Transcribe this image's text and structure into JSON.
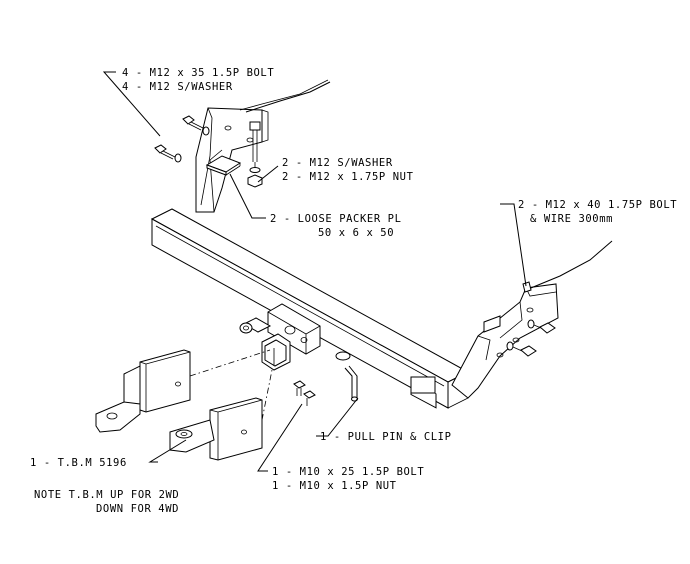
{
  "callouts": {
    "bolt_m12x35": "4 - M12 x 35 1.5P BOLT",
    "washer_m12_4": "4 - M12 S/WASHER",
    "washer_m12_2": "2 - M12 S/WASHER",
    "nut_m12": "2 - M12 x 1.75P NUT",
    "packer_line1": "2 - LOOSE PACKER PL",
    "packer_line2": "50 x 6 x 50",
    "bolt_m12x40_line1": "2 - M12 x 40 1.75P BOLT",
    "bolt_m12x40_line2": "& WIRE 300mm",
    "pull_pin": "1 - PULL PIN & CLIP",
    "bolt_m10_line1": "1 - M10 x 25 1.5P BOLT",
    "bolt_m10_line2": "1 - M10 x 1.5P NUT",
    "tbm": "1 - T.B.M 5196",
    "note_line1": "NOTE T.B.M UP FOR 2WD",
    "note_line2": "DOWN FOR 4WD"
  }
}
